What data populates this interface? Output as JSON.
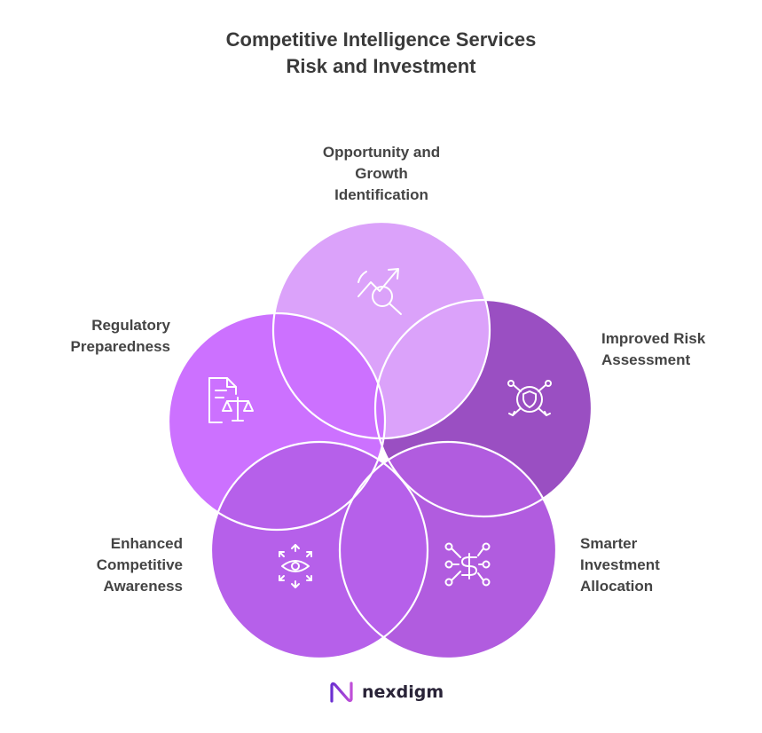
{
  "title": {
    "line1": "Competitive Intelligence Services",
    "line2": "Risk and Investment"
  },
  "segments": [
    {
      "id": "top",
      "label_lines": [
        "Opportunity and",
        "Growth",
        "Identification"
      ],
      "icon": "growth-search-icon",
      "color": "#dba2fa"
    },
    {
      "id": "left",
      "label_lines": [
        "Regulatory",
        "Preparedness"
      ],
      "icon": "document-scales-icon",
      "color": "#cc71ff"
    },
    {
      "id": "right",
      "label_lines": [
        "Improved Risk",
        "Assessment"
      ],
      "icon": "shield-network-icon",
      "color": "#9a4fc2"
    },
    {
      "id": "bottom-left",
      "label_lines": [
        "Enhanced",
        "Competitive",
        "Awareness"
      ],
      "icon": "eye-arrows-icon",
      "color": "#b660ea"
    },
    {
      "id": "bottom-right",
      "label_lines": [
        "Smarter",
        "Investment",
        "Allocation"
      ],
      "icon": "dollar-network-icon",
      "color": "#b15cdf"
    }
  ],
  "logo": {
    "text": "nexdigm",
    "icon": "nexdigm-logo-icon"
  }
}
